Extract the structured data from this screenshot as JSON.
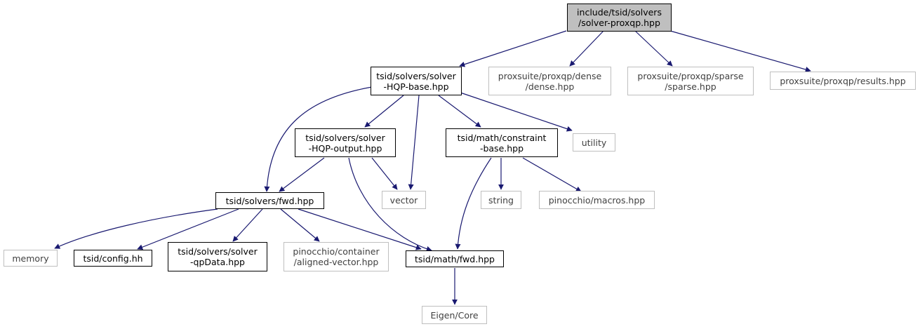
{
  "nodes": {
    "root": {
      "line1": "include/tsid/solvers",
      "line2": "/solver-proxqp.hpp"
    },
    "hqp_base": {
      "line1": "tsid/solvers/solver",
      "line2": "-HQP-base.hpp"
    },
    "proxqp_dense": {
      "line1": "proxsuite/proxqp/dense",
      "line2": "/dense.hpp"
    },
    "proxqp_sparse": {
      "line1": "proxsuite/proxqp/sparse",
      "line2": "/sparse.hpp"
    },
    "proxqp_results": {
      "line1": "proxsuite/proxqp/results.hpp"
    },
    "hqp_output": {
      "line1": "tsid/solvers/solver",
      "line2": "-HQP-output.hpp"
    },
    "constraint_base": {
      "line1": "tsid/math/constraint",
      "line2": "-base.hpp"
    },
    "utility": {
      "line1": "utility"
    },
    "solvers_fwd": {
      "line1": "tsid/solvers/fwd.hpp"
    },
    "vector": {
      "line1": "vector"
    },
    "string": {
      "line1": "string"
    },
    "pinocchio_macros": {
      "line1": "pinocchio/macros.hpp"
    },
    "memory": {
      "line1": "memory"
    },
    "config": {
      "line1": "tsid/config.hh"
    },
    "qpdata": {
      "line1": "tsid/solvers/solver",
      "line2": "-qpData.hpp"
    },
    "aligned_vector": {
      "line1": "pinocchio/container",
      "line2": "/aligned-vector.hpp"
    },
    "math_fwd": {
      "line1": "tsid/math/fwd.hpp"
    },
    "eigen_core": {
      "line1": "Eigen/Core"
    }
  },
  "colors": {
    "edge": "#191970",
    "local_border": "#000000",
    "external_border": "#bfbfbf",
    "root_fill": "#bfbfbf"
  }
}
